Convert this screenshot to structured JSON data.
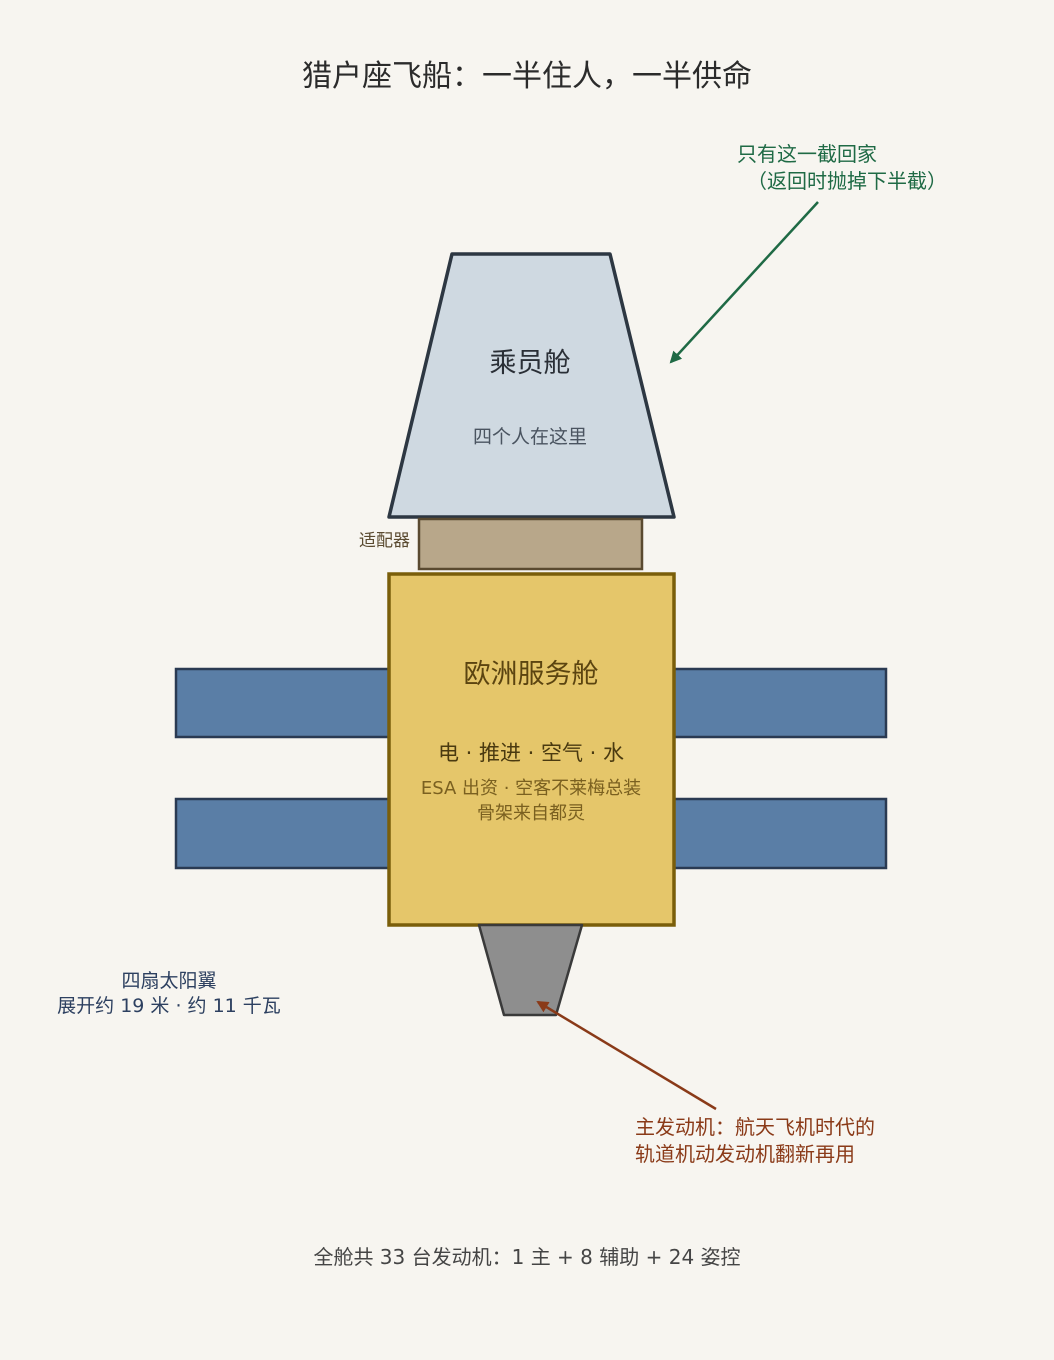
{
  "title": "猎户座飞船：一半住人，一半供命",
  "crew_module": {
    "name": "乘员舱",
    "note": "四个人在这里"
  },
  "adapter": {
    "label": "适配器"
  },
  "service_module": {
    "name": "欧洲服务舱",
    "supplies": "电 · 推进 · 空气 · 水",
    "credit_line1": "ESA 出资 · 空客不莱梅总装",
    "credit_line2": "骨架来自都灵"
  },
  "solar_arrays": {
    "line1": "四扇太阳翼",
    "line2": "展开约 19 米 · 约 11 千瓦"
  },
  "return_note": {
    "line1": "只有这一截回家",
    "line2": "（返回时抛掉下半截）"
  },
  "engine_note": {
    "line1": "主发动机：航天飞机时代的",
    "line2": "轨道机动发动机翻新再用"
  },
  "footer": "全舱共 33 台发动机：1 主 + 8 辅助 + 24 姿控",
  "colors": {
    "background": "#f7f5f0",
    "crew_fill": "#cfd9e1",
    "crew_stroke": "#2d3742",
    "adapter_fill": "#b8a78a",
    "adapter_stroke": "#5a4a30",
    "service_fill": "#e5c66a",
    "service_stroke": "#7a5e0a",
    "solar_fill": "#5a7ea6",
    "solar_stroke": "#2a3a52",
    "nozzle_fill": "#8e8e8e",
    "nozzle_stroke": "#3a3a3a",
    "return_arrow": "#1f6a45",
    "engine_arrow": "#8a3a18"
  }
}
